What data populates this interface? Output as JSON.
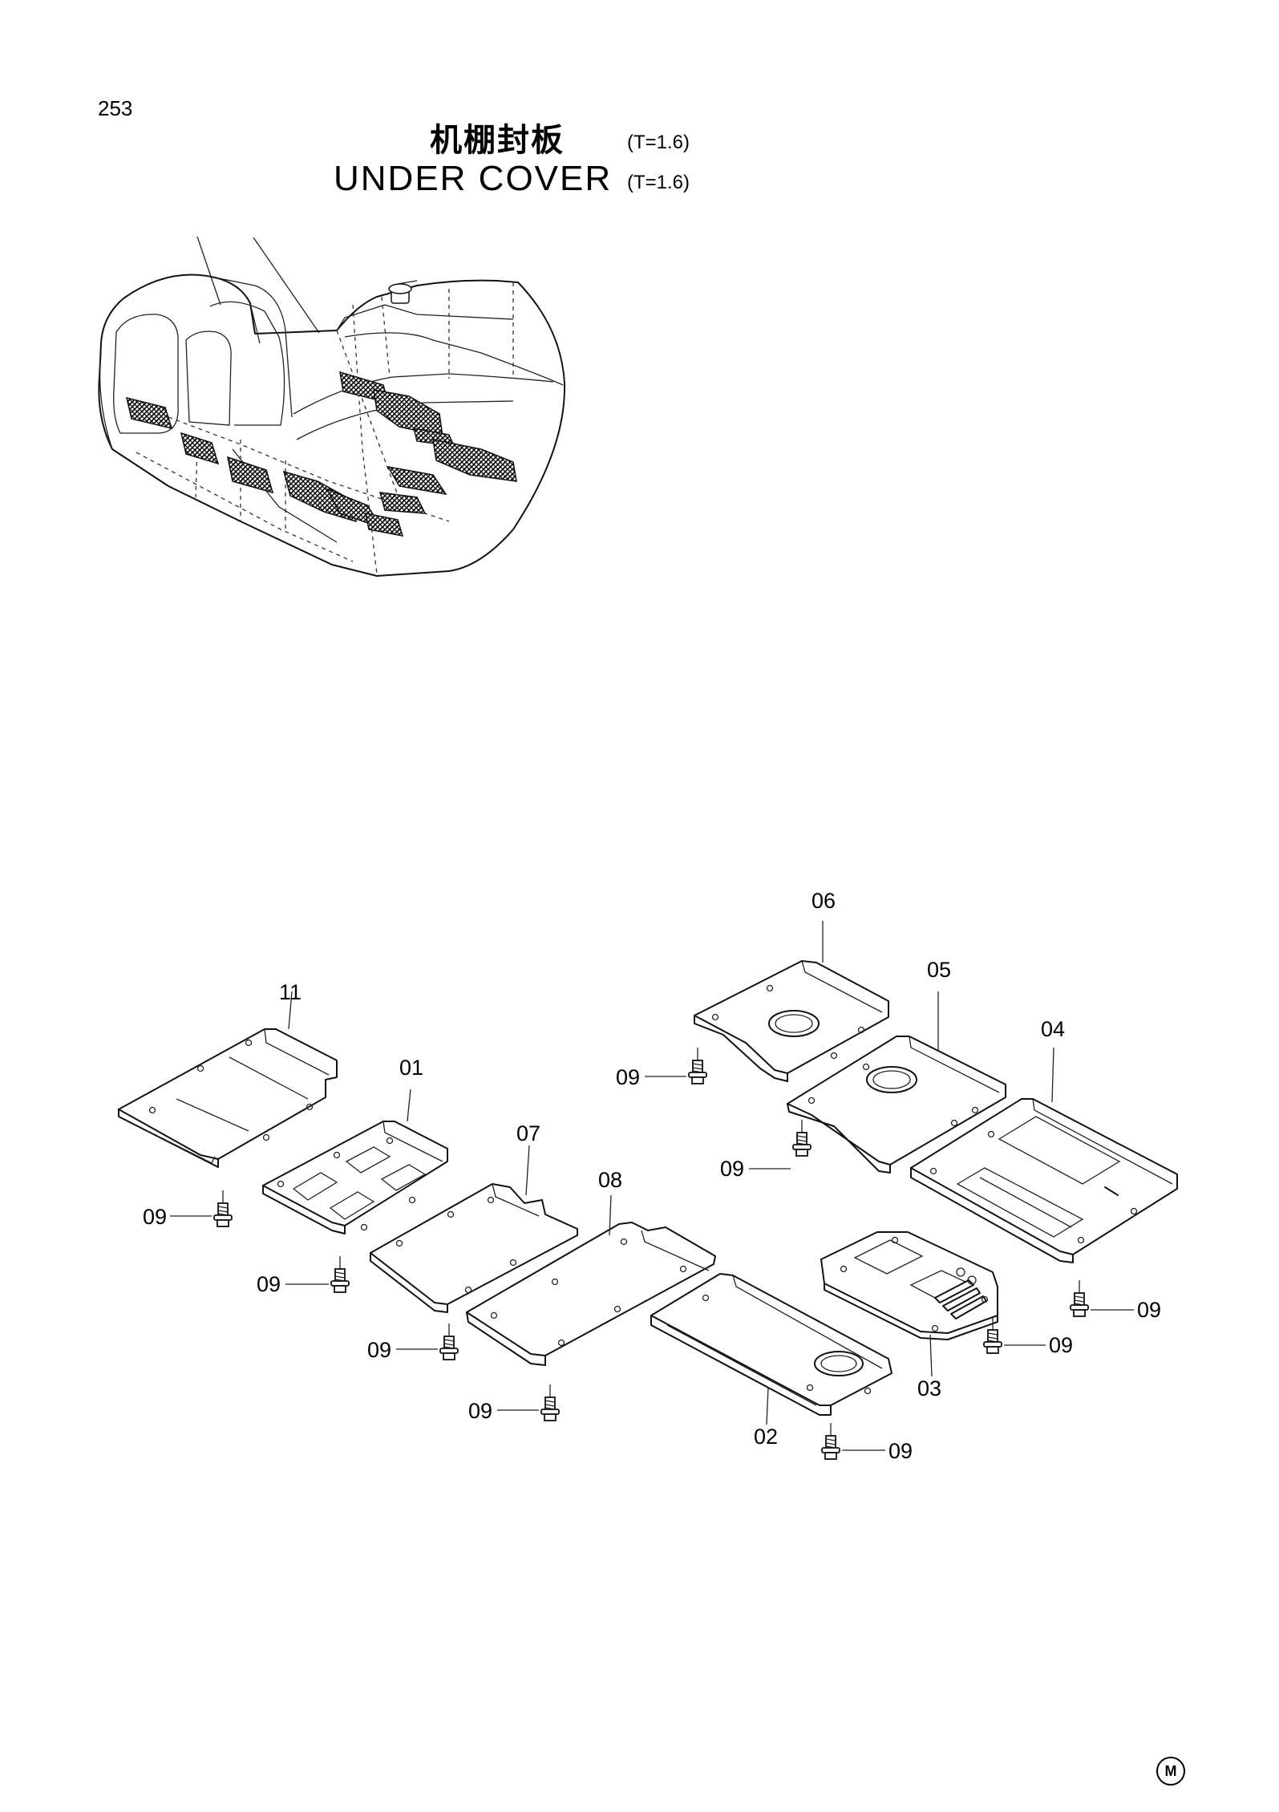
{
  "page_number": "253",
  "title": {
    "chinese": "机棚封板",
    "english": "UNDER  COVER",
    "thickness": "(T=1.6)"
  },
  "corner_mark": "M",
  "callouts": {
    "c01": "01",
    "c02": "02",
    "c03": "03",
    "c04": "04",
    "c05": "05",
    "c06": "06",
    "c07": "07",
    "c08": "08",
    "c09": "09",
    "c11": "11"
  },
  "icons": {
    "overview": "excavator-upper-structure-icon",
    "plate": "cover-plate-icon",
    "bolt": "flange-bolt-icon"
  }
}
